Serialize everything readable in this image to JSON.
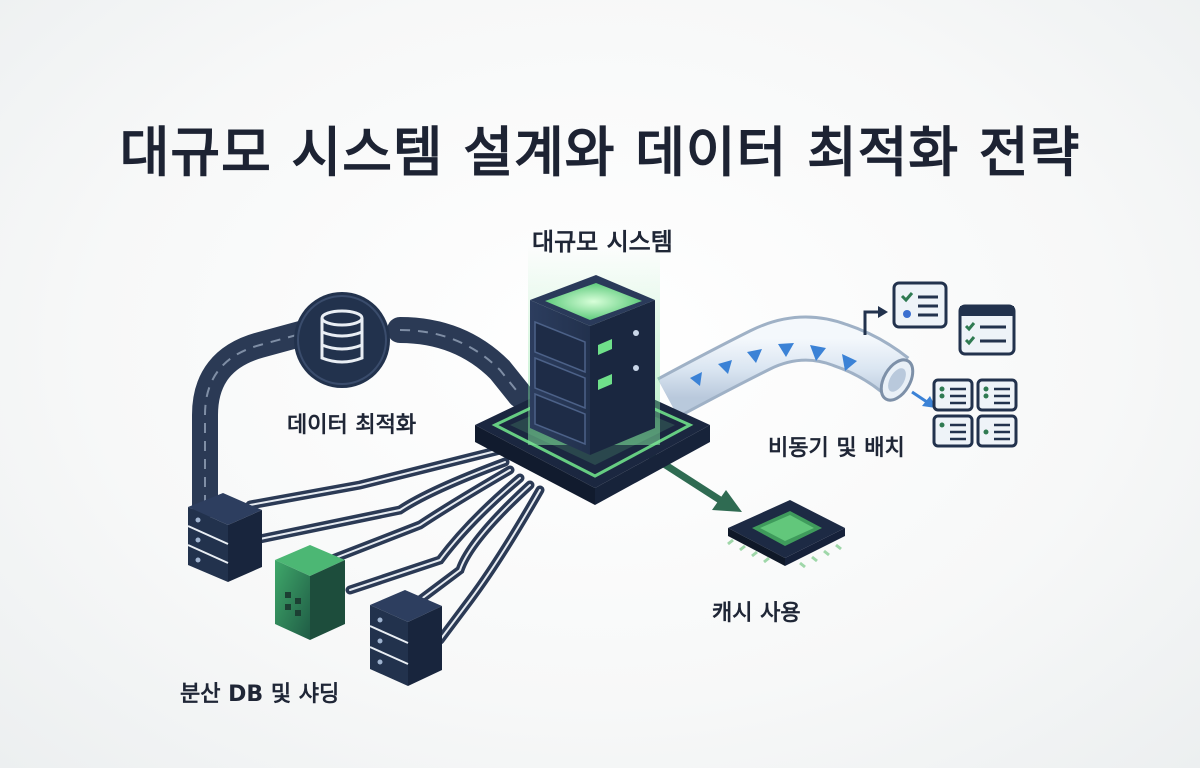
{
  "title": "대규모 시스템 설계와 데이터 최적화 전략",
  "labels": {
    "center": "대규모 시스템",
    "data_optimization": "데이터 최적화",
    "async_batch": "비동기 및 배치",
    "cache": "캐시 사용",
    "distributed_db": "분산 DB 및 샤딩"
  },
  "colors": {
    "navy": "#22324d",
    "green_glow": "#6fe08a",
    "accent_green": "#2f7a52",
    "arrow_blue": "#3b82d6"
  },
  "icons": [
    "database-icon",
    "server-tower-icon",
    "data-pipe-icon",
    "checklist-icon",
    "chip-icon",
    "server-stack-icon"
  ]
}
